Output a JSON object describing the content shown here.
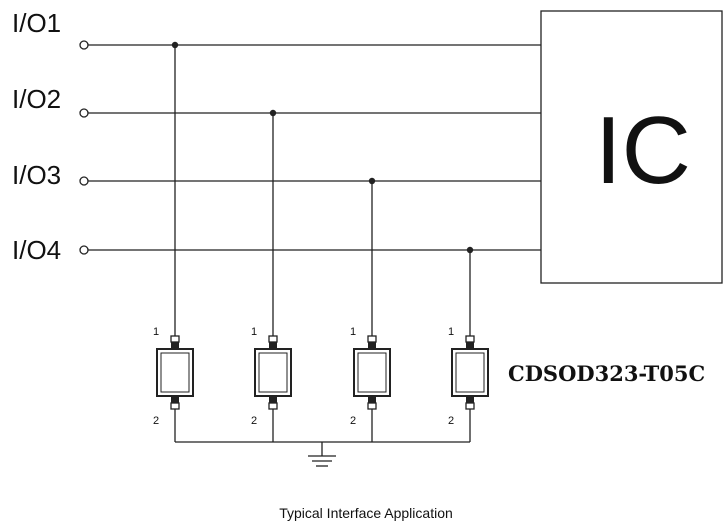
{
  "io_lines": [
    {
      "label": "I/O1"
    },
    {
      "label": "I/O2"
    },
    {
      "label": "I/O3"
    },
    {
      "label": "I/O4"
    }
  ],
  "ic": {
    "label": "IC"
  },
  "devices": [
    {
      "pin_top": "1",
      "pin_bottom": "2"
    },
    {
      "pin_top": "1",
      "pin_bottom": "2"
    },
    {
      "pin_top": "1",
      "pin_bottom": "2"
    },
    {
      "pin_top": "1",
      "pin_bottom": "2"
    }
  ],
  "part_number": "CDSOD323-T05C",
  "caption": "Typical Interface Application"
}
